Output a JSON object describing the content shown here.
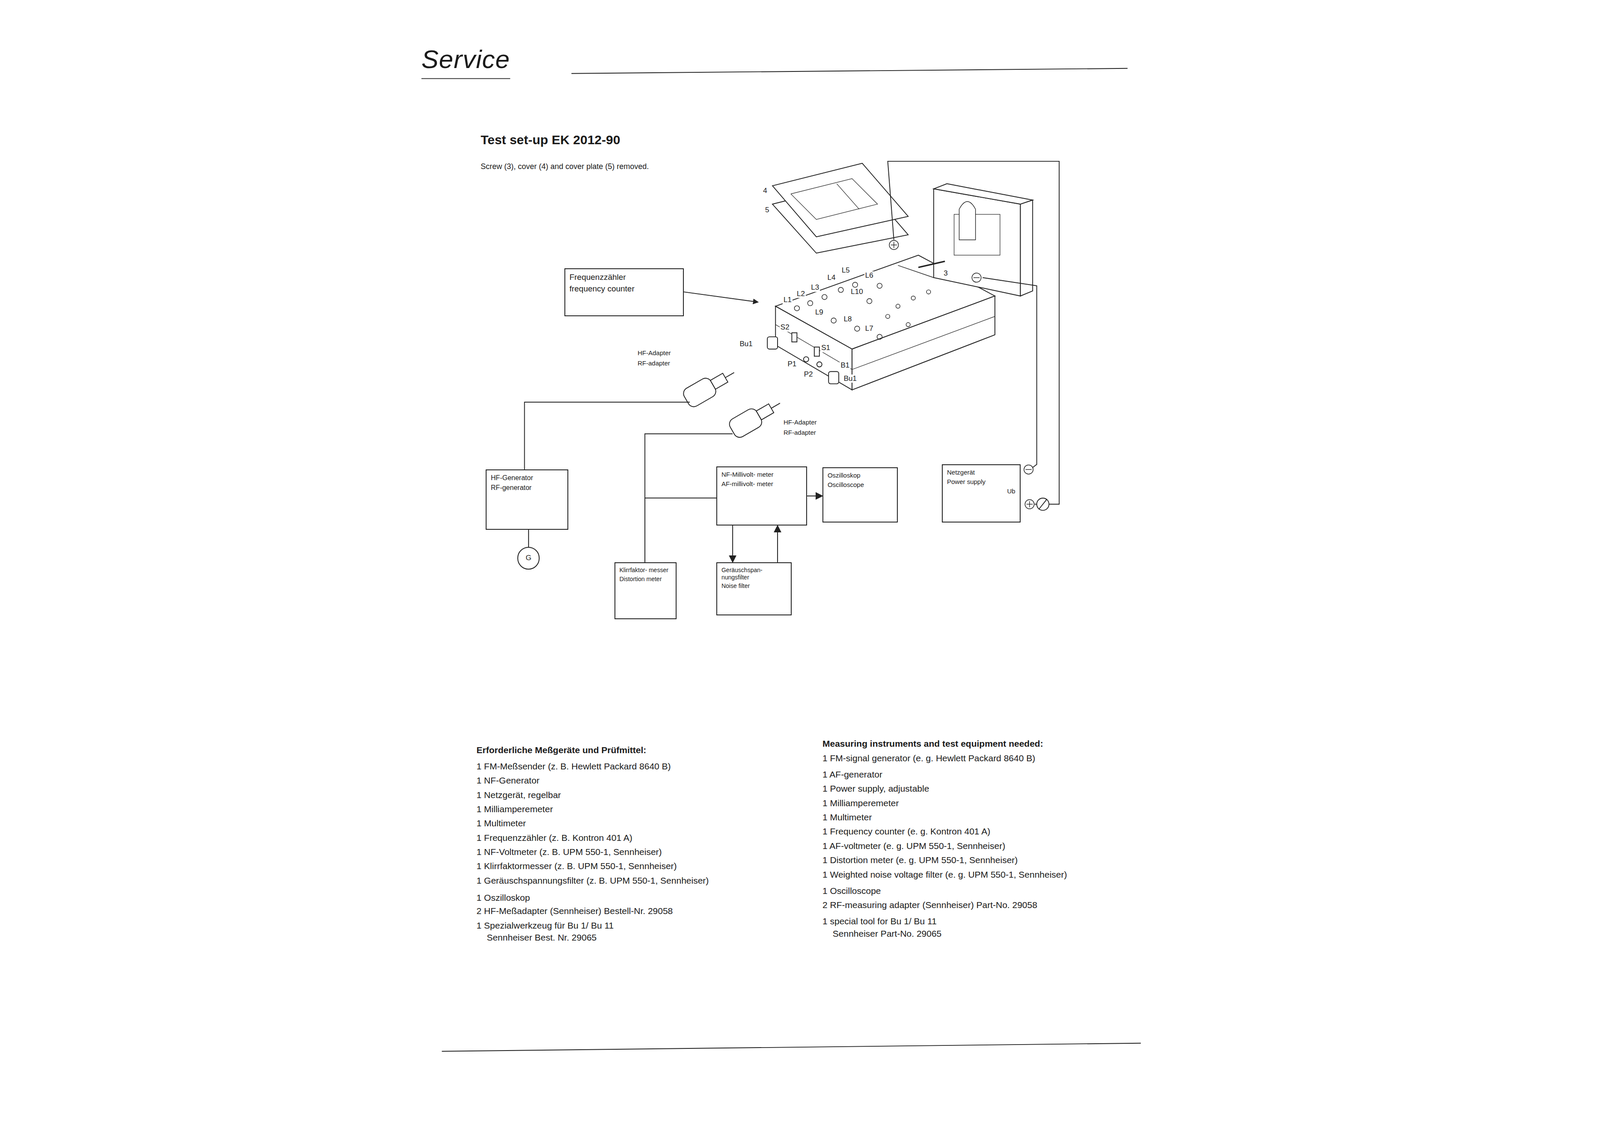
{
  "diagram": {
    "title": "Test set-up EK 2012-90",
    "nodes": [
      {
        "text": [
          "Frequenzzähler",
          "frequency counter"
        ]
      },
      {
        "text": [
          "HF-Generator",
          "RF-generator"
        ]
      },
      {
        "text": [
          "NF-Millivolt- meter",
          "AF-millivolt- meter"
        ]
      },
      {
        "text": [
          "Oszilloskop",
          "Oscilloscope"
        ]
      },
      {
        "text": [
          "Netzgerät",
          "Power supply",
          "Ub"
        ]
      },
      {
        "text": [
          "G"
        ]
      },
      {
        "text": [
          "Klirrfaktor- messer",
          "Distortion meter"
        ]
      },
      {
        "text": [
          "Geräuschspan- nungsfilter",
          "Noise filter"
        ]
      }
    ],
    "edges": [
      {
        "from": 2,
        "to": 3,
        "arrow": "to"
      },
      {
        "from": 2,
        "to": 7,
        "arrow": "to"
      },
      {
        "from": 7,
        "to": 2,
        "arrow": "to"
      },
      {
        "from": 6,
        "to": 2,
        "arrow": "none"
      },
      {
        "from": 1,
        "to": 5,
        "arrow": "none"
      }
    ],
    "labels": [
      "Service",
      "Screw (3), cover (4) and cover plate (5) removed.",
      "4",
      "5",
      "3",
      "L1",
      "L2",
      "L3",
      "L4",
      "L5",
      "L6",
      "L10",
      "L9",
      "L8",
      "L7",
      "S2",
      "Bu1",
      "S1",
      "P1",
      "P2",
      "B1",
      "Bu1",
      "HF-Adapter",
      "RF-adapter",
      "HF-Adapter",
      "RF-adapter",
      "Erforderliche Meßgeräte und Prüfmittel:",
      "1 FM-Meßsender (z. B. Hewlett Packard 8640 B)",
      "1 NF-Generator",
      "1 Netzgerät, regelbar",
      "1 Milliamperemeter",
      "1 Multimeter",
      "1 Frequenzzähler (z. B. Kontron 401 A)",
      "1 NF-Voltmeter (z. B. UPM 550-1, Sennheiser)",
      "1 Klirrfaktormesser (z. B. UPM 550-1, Sennheiser)",
      "1 Geräuschspannungsfilter (z. B. UPM 550-1, Sennheiser)",
      "1 Oszilloskop",
      "2 HF-Meßadapter (Sennheiser) Bestell-Nr. 29058",
      "1 Spezialwerkzeug für Bu 1/ Bu 11",
      "Sennheiser Best. Nr. 29065",
      "Measuring instruments and test equipment needed:",
      "1 FM-signal generator (e. g. Hewlett Packard 8640 B)",
      "1 AF-generator",
      "1 Power supply, adjustable",
      "1 Milliamperemeter",
      "1 Multimeter",
      "1 Frequency counter (e. g. Kontron 401 A)",
      "1 AF-voltmeter (e. g. UPM 550-1, Sennheiser)",
      "1 Distortion meter (e. g. UPM 550-1, Sennheiser)",
      "1 Weighted noise voltage filter (e. g. UPM 550-1, Sennheiser)",
      "1 Oscilloscope",
      "2 RF-measuring adapter (Sennheiser) Part-No. 29058",
      "1 special tool for Bu 1/ Bu 11",
      "Sennheiser Part-No. 29065"
    ]
  }
}
